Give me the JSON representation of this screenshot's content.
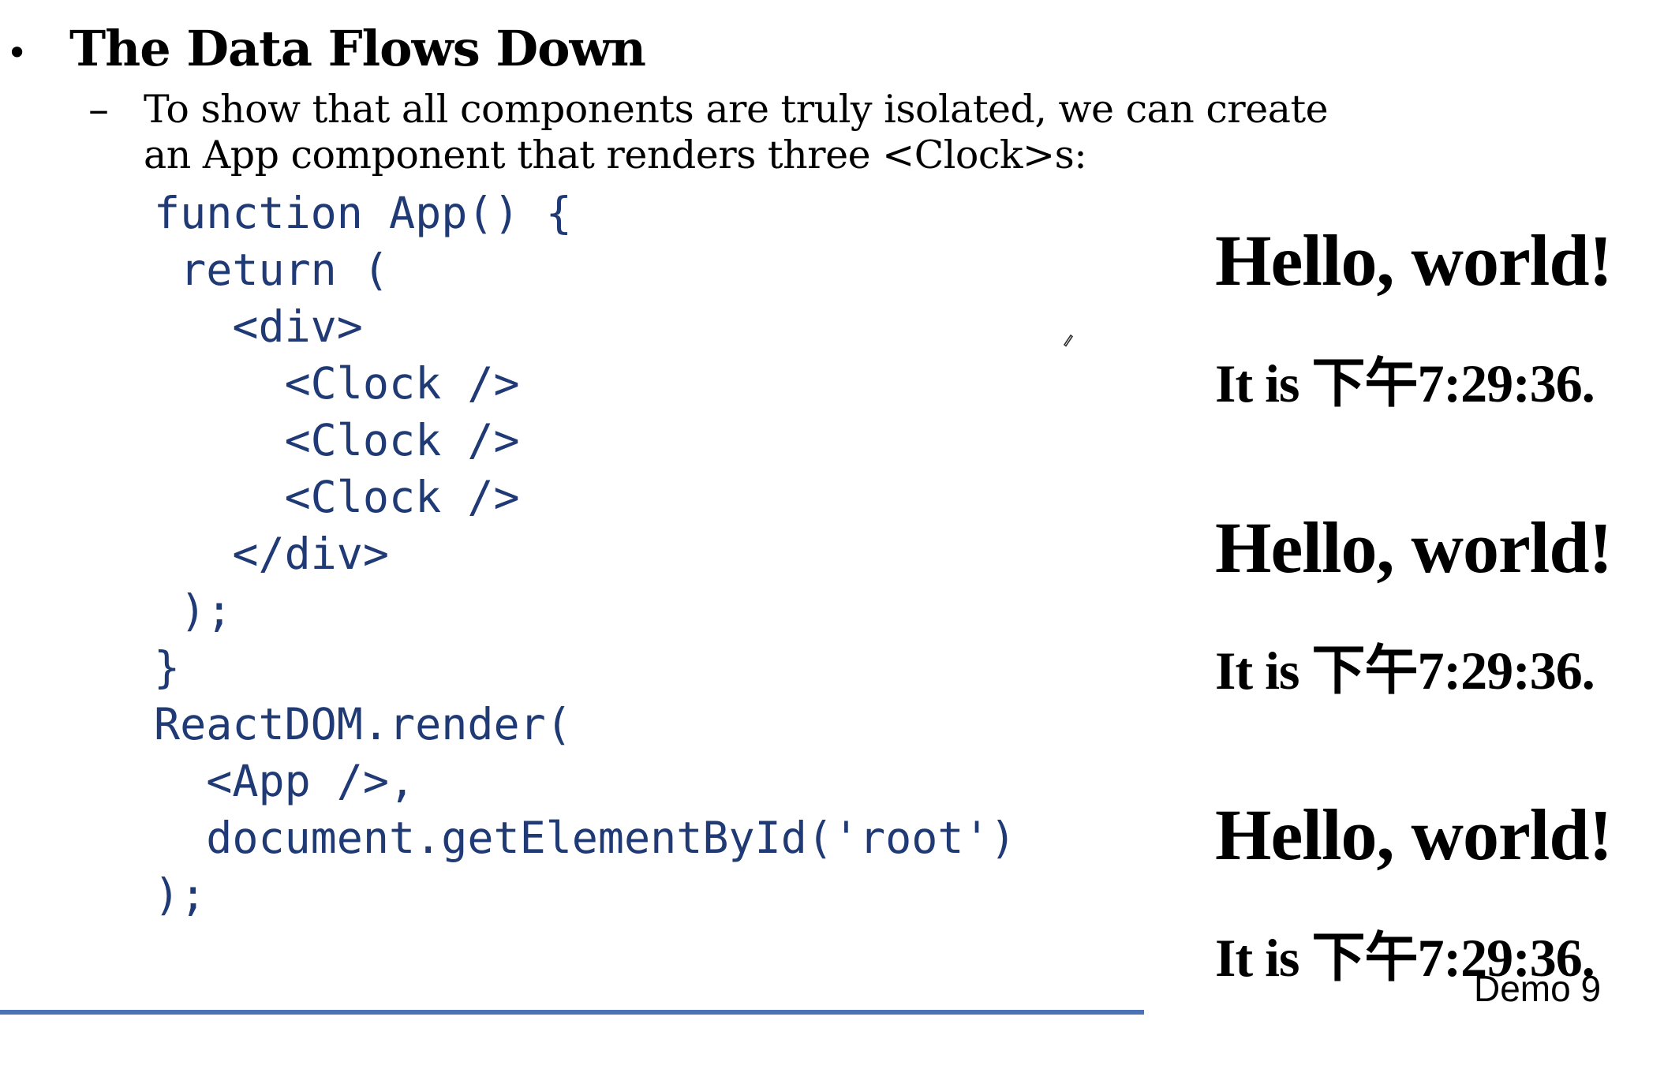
{
  "slide": {
    "bullet": {
      "symbol": "•",
      "title": "The Data Flows Down"
    },
    "sub_bullet": {
      "symbol": "–",
      "text": "To show that all components are truly isolated, we can create an App component that renders three <Clock>s:"
    },
    "code_lines": [
      "function App() {",
      " return (",
      "   <div>",
      "     <Clock />",
      "     <Clock />",
      "     <Clock />",
      "   </div>",
      " );",
      "}",
      "ReactDOM.render(",
      "  <App />,",
      "  document.getElementById('root')",
      ");"
    ],
    "output": [
      {
        "greeting": "Hello, world!",
        "time": "It is 下午7:29:36."
      },
      {
        "greeting": "Hello, world!",
        "time": "It is 下午7:29:36."
      },
      {
        "greeting": "Hello, world!",
        "time": "It is 下午7:29:36."
      }
    ],
    "demo_label": "Demo 9",
    "icons": {
      "cursor": "pen-cursor-icon"
    },
    "colors": {
      "code": "#1f3a75",
      "text": "#000000",
      "accent_bar": "#4c73b8",
      "background": "#ffffff"
    }
  }
}
